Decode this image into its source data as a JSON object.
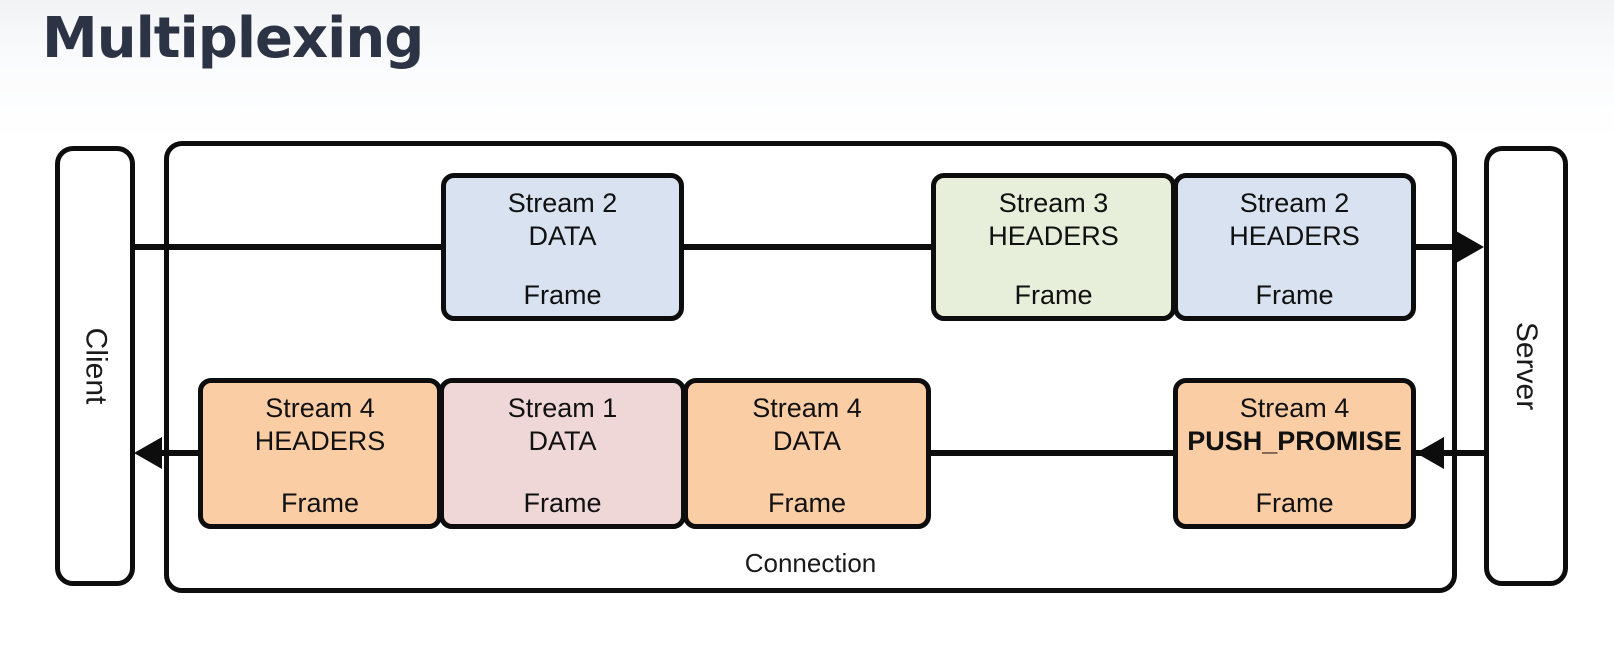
{
  "title": "Multiplexing",
  "diagram": {
    "client_label": "Client",
    "server_label": "Server",
    "connection_label": "Connection",
    "frames": [
      {
        "stream": "Stream 2",
        "type": "DATA",
        "footer": "Frame",
        "color": "#d9e2f0"
      },
      {
        "stream": "Stream 3",
        "type": "HEADERS",
        "footer": "Frame",
        "color": "#e7efdb"
      },
      {
        "stream": "Stream 2",
        "type": "HEADERS",
        "footer": "Frame",
        "color": "#d9e2f0"
      },
      {
        "stream": "Stream 4",
        "type": "HEADERS",
        "footer": "Frame",
        "color": "#fbcda5"
      },
      {
        "stream": "Stream 1",
        "type": "DATA",
        "footer": "Frame",
        "color": "#efd6d7"
      },
      {
        "stream": "Stream 4",
        "type": "DATA",
        "footer": "Frame",
        "color": "#fbcda5"
      },
      {
        "stream": "Stream 4",
        "type": "PUSH_PROMISE",
        "footer": "Frame",
        "color": "#fbcda5"
      }
    ],
    "colors": {
      "outline": "#0d0d0d",
      "title_text": "#2c3345",
      "frame_blue": "#d9e2f0",
      "frame_green": "#e7efdb",
      "frame_orange": "#fbcda5",
      "frame_pink": "#efd6d7"
    }
  }
}
